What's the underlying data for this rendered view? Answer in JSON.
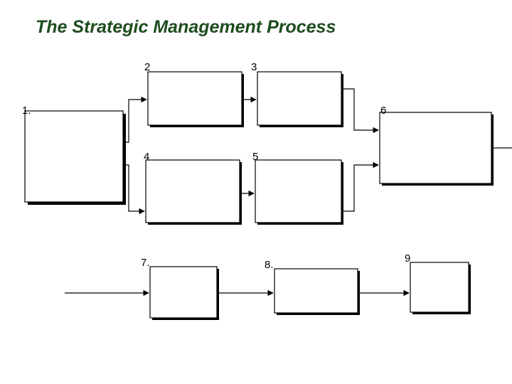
{
  "title": "The Strategic Management Process",
  "boxes": [
    {
      "id": "1",
      "label": "1."
    },
    {
      "id": "2",
      "label": "2"
    },
    {
      "id": "3",
      "label": "3"
    },
    {
      "id": "4",
      "label": "4"
    },
    {
      "id": "5",
      "label": "5"
    },
    {
      "id": "6",
      "label": "6"
    },
    {
      "id": "7",
      "label": "7."
    },
    {
      "id": "8",
      "label": "8."
    },
    {
      "id": "9",
      "label": "9"
    }
  ],
  "colors": {
    "title": "#1e4d1e",
    "lines": "#000000",
    "background": "#ffffff"
  }
}
